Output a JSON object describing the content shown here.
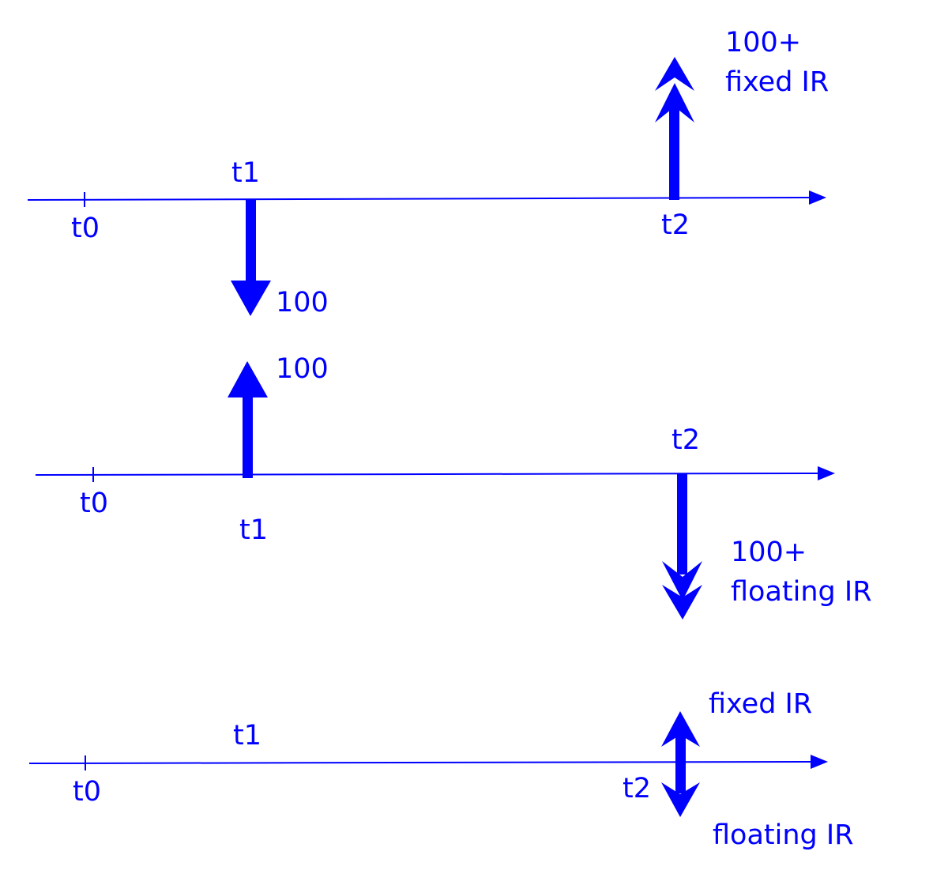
{
  "colors": {
    "ink": "#0000ff",
    "background": "#ffffff"
  },
  "panels": [
    {
      "id": "panel-1",
      "labels": {
        "t0": "t0",
        "t1": "t1",
        "t2": "t2",
        "t1_flow": "100",
        "t2_flow_line1": "100+",
        "t2_flow_line2": "fixed IR"
      },
      "flows": {
        "t1": "down",
        "t2": "up"
      }
    },
    {
      "id": "panel-2",
      "labels": {
        "t0": "t0",
        "t1": "t1",
        "t2": "t2",
        "t1_flow": "100",
        "t2_flow_line1": "100+",
        "t2_flow_line2": "floating IR"
      },
      "flows": {
        "t1": "up",
        "t2": "down"
      }
    },
    {
      "id": "panel-3",
      "labels": {
        "t0": "t0",
        "t1": "t1",
        "t2": "t2",
        "t2_flow_up": "fixed IR",
        "t2_flow_down": "floating IR"
      },
      "flows": {
        "t2": "up-and-down"
      }
    }
  ]
}
